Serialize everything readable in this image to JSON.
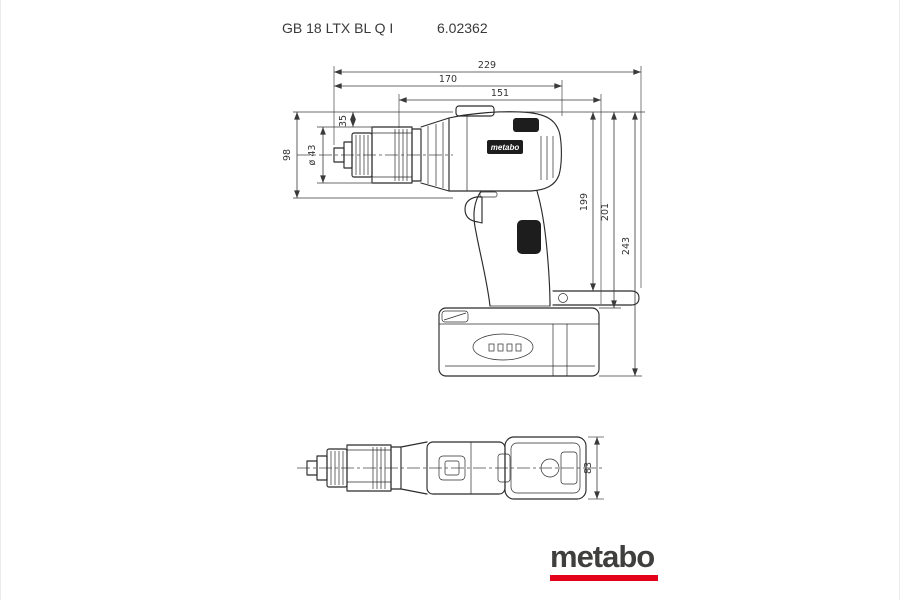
{
  "header": {
    "model_name": "GB 18 LTX BL Q I",
    "order_number": "6.02362"
  },
  "drawing": {
    "dim_total_length": "229",
    "dim_body_length": "170",
    "dim_grip_length": "151",
    "dim_chuck_offset": "35",
    "dim_chuck_diameter": "ø 43",
    "dim_front_height": "98",
    "dim_height_to_hook": "199",
    "dim_height_body": "201",
    "dim_total_height": "243",
    "dim_top_view_width": "83",
    "body_brand_label": "metabo"
  },
  "footer": {
    "logo_text": "metabo",
    "logo_color": "#3f3f3e",
    "accent_red": "#e2001a"
  }
}
